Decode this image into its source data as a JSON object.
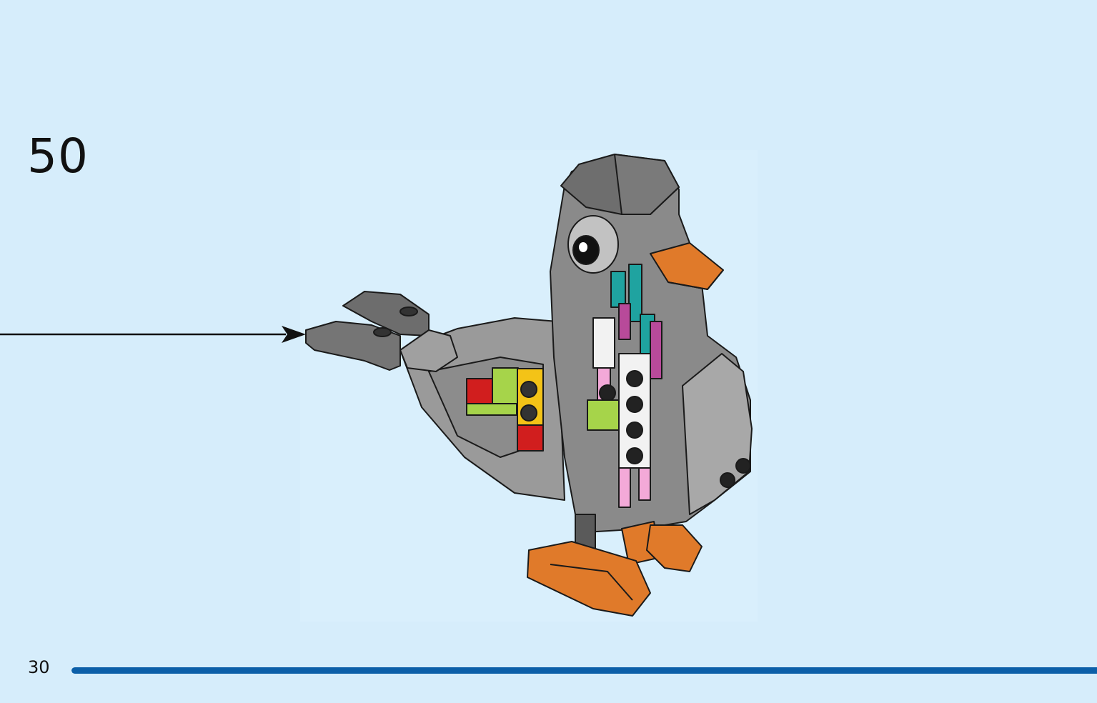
{
  "step": {
    "number": "50"
  },
  "page": {
    "number": "30"
  },
  "progress": {
    "fraction": 1.0,
    "color": "#0c5fa8"
  },
  "illustration": {
    "subject": "lego-penguin-model",
    "colors": {
      "dark_gray": "#6f6f6f",
      "medium_gray": "#8f8f8f",
      "light_gray": "#a8a8a8",
      "orange": "#e07a2a",
      "dark_orange": "#c8621f",
      "teal": "#1fa3a0",
      "magenta": "#b84a9a",
      "pink": "#f3a9d8",
      "lime": "#a6d44a",
      "red": "#d11e1e",
      "yellow": "#f3c317",
      "white": "#f2f2f2",
      "background": "#d6edfb"
    }
  }
}
